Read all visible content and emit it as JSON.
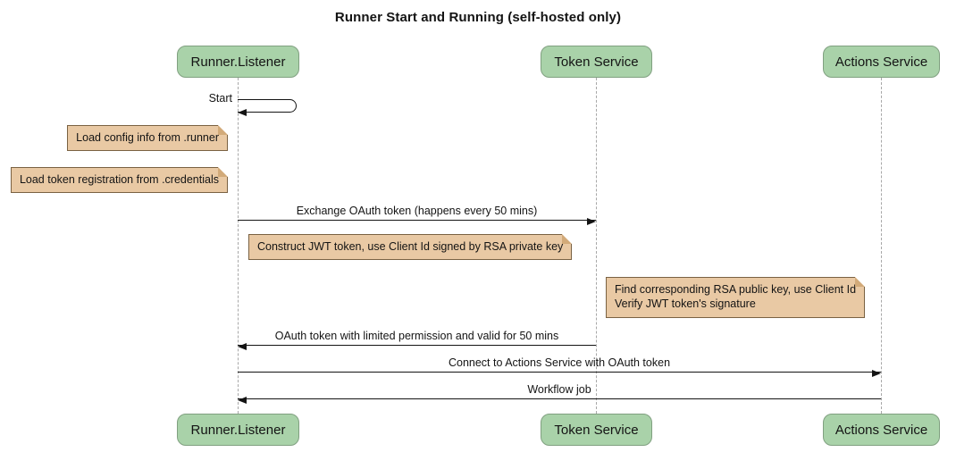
{
  "title": "Runner Start and Running (self-hosted only)",
  "participants": [
    {
      "name": "Runner.Listener"
    },
    {
      "name": "Token Service"
    },
    {
      "name": "Actions Service"
    }
  ],
  "messages": [
    {
      "type": "self-message",
      "from": "Runner.Listener",
      "to": "Runner.Listener",
      "label": "Start"
    },
    {
      "type": "note",
      "side": "left-of",
      "of": "Runner.Listener",
      "text": "Load config info from .runner"
    },
    {
      "type": "note",
      "side": "left-of",
      "of": "Runner.Listener",
      "text": "Load token registration from .credentials"
    },
    {
      "type": "message",
      "from": "Runner.Listener",
      "to": "Token Service",
      "label": "Exchange OAuth token (happens every 50 mins)"
    },
    {
      "type": "note",
      "side": "over",
      "of": "Runner.Listener,Token Service",
      "text": "Construct JWT token, use Client Id signed by RSA private key"
    },
    {
      "type": "note",
      "side": "over",
      "of": "Actions Service",
      "line1": "Find corresponding RSA public key, use Client Id",
      "line2": "Verify JWT token's signature"
    },
    {
      "type": "message",
      "from": "Token Service",
      "to": "Runner.Listener",
      "label": "OAuth token with limited permission and valid for 50 mins"
    },
    {
      "type": "message",
      "from": "Runner.Listener",
      "to": "Actions Service",
      "label": "Connect to Actions Service with OAuth token"
    },
    {
      "type": "message",
      "from": "Actions Service",
      "to": "Runner.Listener",
      "label": "Workflow job"
    }
  ],
  "colors": {
    "background": "#ffffff",
    "participant_fill": "#a9d2a9",
    "participant_border": "#80a080",
    "note_fill": "#e9c9a4",
    "note_border": "#7a6243",
    "note_fold": "#d2aa79",
    "lifeline": "#a8a8a8",
    "arrow": "#141414",
    "text": "#141414"
  }
}
